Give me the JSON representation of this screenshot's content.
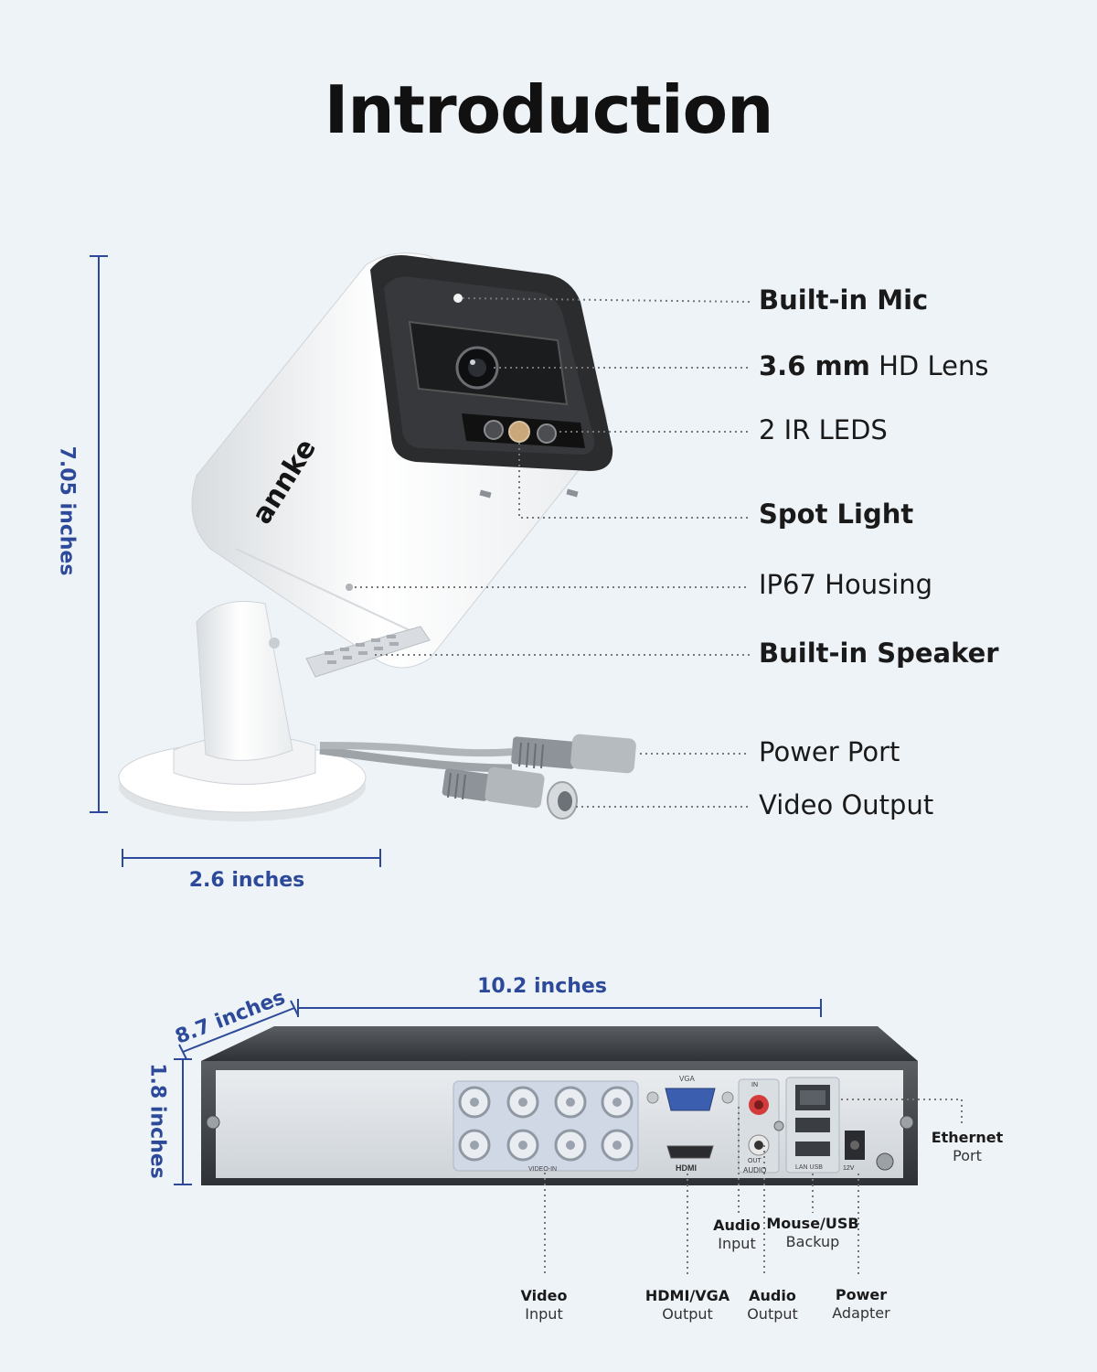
{
  "title": "Introduction",
  "camera": {
    "brand": "annke",
    "height_label": "7.05 inches",
    "width_label": "2.6 inches",
    "features": [
      {
        "bold": "Built-in Mic",
        "normal": ""
      },
      {
        "bold": "3.6 mm",
        "normal": " HD Lens"
      },
      {
        "bold": "",
        "normal": "2 IR LEDS"
      },
      {
        "bold": "Spot Light",
        "normal": ""
      },
      {
        "bold": "",
        "normal": "IP67 Housing"
      },
      {
        "bold": "Built-in Speaker",
        "normal": ""
      },
      {
        "bold": "",
        "normal": "Power Port"
      },
      {
        "bold": "",
        "normal": "Video Output"
      }
    ]
  },
  "dvr": {
    "width_label": "10.2 inches",
    "depth_label": "8.7 inches",
    "height_label": "1.8 inches",
    "panel_text": {
      "vga": "VGA",
      "hdmi": "HDMI",
      "audio": "AUDIO",
      "in": "IN",
      "out": "OUT",
      "video_in": "VIDEO-IN",
      "lan_usb": "LAN USB",
      "power": "12V"
    },
    "ports": [
      {
        "line1": "Ethernet",
        "line2": "Port"
      },
      {
        "line1": "Audio",
        "line2": "Input"
      },
      {
        "line1": "Mouse/USB",
        "line2": "Backup"
      },
      {
        "line1": "Video",
        "line2": "Input"
      },
      {
        "line1": "HDMI/VGA",
        "line2": "Output"
      },
      {
        "line1": "Audio",
        "line2": "Output"
      },
      {
        "line1": "Power",
        "line2": "Adapter"
      }
    ]
  }
}
